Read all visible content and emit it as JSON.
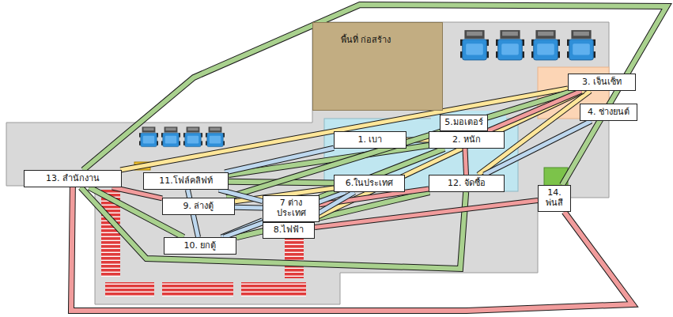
{
  "diagram": {
    "nodes": [
      {
        "text": [
          "พื้นที่ ก่อสร้าง"
        ]
      },
      {
        "text": [
          "3. เจ็นเซ็ท"
        ]
      },
      {
        "text": [
          "4. ช่างยนต์"
        ]
      },
      {
        "text": [
          "5.มอเตอร์"
        ]
      },
      {
        "text": [
          "1. เบา"
        ]
      },
      {
        "text": [
          "2. หนัก"
        ]
      },
      {
        "text": [
          "13. สำนักงาน"
        ]
      },
      {
        "text": [
          "11.โฟล์คลิฟท์"
        ]
      },
      {
        "text": [
          "6.ในประเทศ"
        ]
      },
      {
        "text": [
          "12. จัดซื้อ"
        ]
      },
      {
        "text": [
          "14. พ่นสี"
        ]
      },
      {
        "text": [
          "9. ล่างตู้"
        ]
      },
      {
        "text": [
          "7 ต่างประเทศ"
        ]
      },
      {
        "text": [
          "8.ไฟฟ้า"
        ]
      },
      {
        "text": [
          "10. ยกตู้"
        ]
      }
    ],
    "edges": [
      {
        "from": 6,
        "to": 10,
        "arrow": "none"
      },
      {
        "from": 6,
        "to": 10,
        "arrow": "none"
      },
      {
        "from": 6,
        "to": 9,
        "arrow": "none"
      },
      {
        "from": 6,
        "to": 1,
        "arrow": "none"
      },
      {
        "from": 4,
        "to": 5,
        "arrow": "none"
      },
      {
        "from": 7,
        "to": 5,
        "arrow": "none"
      },
      {
        "from": 7,
        "to": 8,
        "arrow": "none"
      },
      {
        "from": 11,
        "to": 1,
        "arrow": "none"
      },
      {
        "from": 12,
        "to": 5,
        "arrow": "none"
      },
      {
        "from": 14,
        "to": 9,
        "arrow": "none"
      },
      {
        "from": 9,
        "to": 1,
        "arrow": "none"
      },
      {
        "from": 13,
        "to": 1,
        "arrow": "none"
      },
      {
        "from": 11,
        "to": 8,
        "arrow": "none"
      },
      {
        "from": 12,
        "to": 9,
        "arrow": "none"
      },
      {
        "from": 3,
        "to": 9,
        "arrow": "none"
      },
      {
        "from": 5,
        "to": 1,
        "arrow": "none"
      },
      {
        "from": 7,
        "to": 4,
        "arrow": "none"
      },
      {
        "from": 7,
        "to": 12,
        "arrow": "none"
      },
      {
        "from": 11,
        "to": 12,
        "arrow": "none"
      },
      {
        "from": 14,
        "to": 12,
        "arrow": "none"
      },
      {
        "from": 14,
        "to": 8,
        "arrow": "none"
      },
      {
        "from": 7,
        "to": 14,
        "arrow": "none"
      },
      {
        "from": 2,
        "to": 9,
        "arrow": "none"
      },
      {
        "from": 3,
        "to": 5,
        "arrow": "none"
      },
      {
        "from": 13,
        "to": 8,
        "arrow": "none"
      },
      {
        "from": 6,
        "to": 11,
        "arrow": "none"
      },
      {
        "from": 6,
        "to": 14,
        "arrow": "none"
      },
      {
        "from": 13,
        "to": 10,
        "arrow": "none"
      }
    ]
  }
}
